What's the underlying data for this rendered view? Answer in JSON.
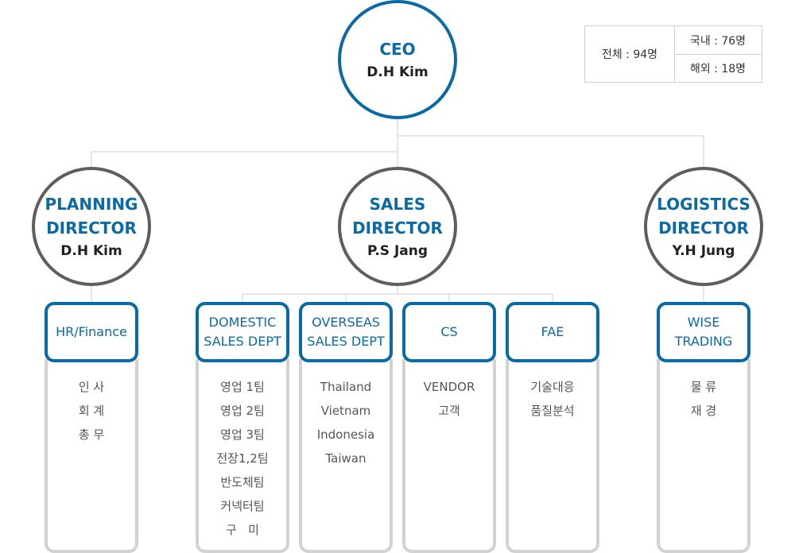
{
  "stats": {
    "total": "전체 : 94명",
    "domestic": "국내 : 76명",
    "overseas": "해외 : 18명"
  },
  "ceo": {
    "title": "CEO",
    "name": "D.H Kim"
  },
  "directors": {
    "planning": {
      "title": "PLANNING\nDIRECTOR",
      "name": "D.H Kim"
    },
    "sales": {
      "title": "SALES\nDIRECTOR",
      "name": "P.S Jang"
    },
    "logistics": {
      "title": "LOGISTICS\nDIRECTOR",
      "name": "Y.H Jung"
    }
  },
  "departments": {
    "hr": {
      "title": "HR/Finance",
      "items": [
        "인 사",
        "회 계",
        "총 무"
      ]
    },
    "domestic": {
      "title": "DOMESTIC\nSALES DEPT",
      "items": [
        "영업 1팀",
        "영업 2팀",
        "영업 3팀",
        "전장1,2팀",
        "반도체팀",
        "커넥터팀",
        "구   미"
      ]
    },
    "overseas": {
      "title": "OVERSEAS\nSALES DEPT",
      "items": [
        "Thailand",
        "Vietnam",
        "Indonesia",
        "Taiwan"
      ]
    },
    "cs": {
      "title": "CS",
      "items": [
        "VENDOR",
        "고객"
      ]
    },
    "fae": {
      "title": "FAE",
      "items": [
        "기술대응",
        "품질분석"
      ]
    },
    "wise": {
      "title": "WISE\nTRADING",
      "items": [
        "물 류",
        "재 경"
      ]
    }
  },
  "colors": {
    "accent": "#0b6aa6",
    "director_border": "#5e5e5e",
    "body_border": "#d2d2d2",
    "line": "#cccccc"
  }
}
